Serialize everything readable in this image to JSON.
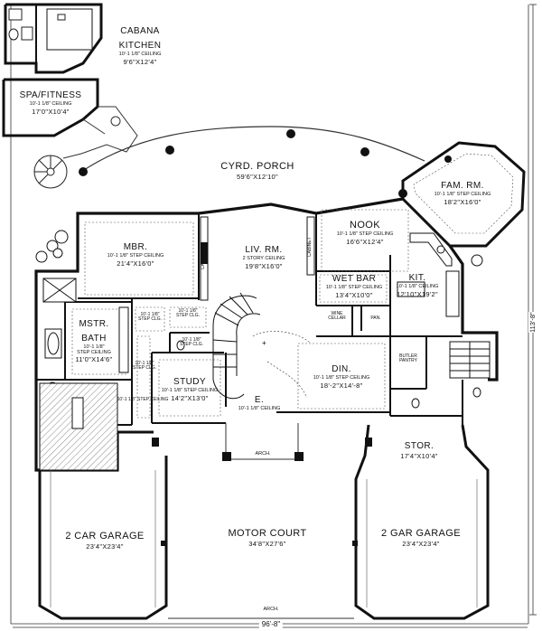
{
  "rooms": {
    "cabana_kitchen": {
      "name_line1": "CABANA",
      "name_line2": "KITCHEN",
      "ceiling": "10'-1 1/8\" CEILING",
      "dims": "9'6\"X12'4\""
    },
    "spa_fitness": {
      "name": "SPA/FITNESS",
      "ceiling": "10'-1 1/8\" CEILING",
      "dims": "17'0\"X10'4\""
    },
    "cyrd_porch": {
      "name": "CYRD. PORCH",
      "dims": "59'6\"X12'10\""
    },
    "fam_rm": {
      "name": "FAM. RM.",
      "ceiling": "10'-1 1/8\" STEP CEILING",
      "dims": "18'2\"X16'0\""
    },
    "mbr": {
      "name": "MBR.",
      "ceiling": "10'-1 1/8\" STEP CEILING",
      "dims": "21'4\"X16'0\""
    },
    "liv_rm": {
      "name": "LIV. RM.",
      "ceiling": "2 STORY CEILING",
      "dims": "19'8\"X16'0\""
    },
    "nook": {
      "name": "NOOK",
      "ceiling": "10'-1 1/8\" STEP CEILING",
      "dims": "16'6\"X12'4\""
    },
    "wet_bar": {
      "name": "WET BAR",
      "ceiling": "10'-1 1/8\" STEP CEILING",
      "dims": "13'4\"X10'0\""
    },
    "kit": {
      "name": "KIT.",
      "ceiling": "10'-1 1/8\" CEILING",
      "dims": "12'10\"X19'2\""
    },
    "mstr_bath": {
      "name_line1": "MSTR.",
      "name_line2": "BATH",
      "ceiling_line1": "10'-1 1/8\"",
      "ceiling_line2": "STEP CEILING",
      "dims": "11'0\"X14'6\""
    },
    "study": {
      "name": "STUDY",
      "ceiling": "10'-1 1/8\" STEP CEILING",
      "dims": "14'2\"X13'0\""
    },
    "din": {
      "name": "DIN.",
      "ceiling": "10'-1 1/8\" STEP CEILING",
      "dims": "18'-2\"X14'-8\""
    },
    "entry": {
      "name": "E.",
      "ceiling": "10'-1 1/8\" CEILING"
    },
    "stor": {
      "name": "STOR.",
      "dims": "17'4\"X10'4\""
    },
    "garage_left": {
      "name": "2 CAR GARAGE",
      "dims": "23'4\"X23'4\""
    },
    "motor_court": {
      "name": "MOTOR COURT",
      "dims": "34'8\"X27'6\""
    },
    "garage_right": {
      "name": "2 GAR GARAGE",
      "dims": "23'4\"X23'4\""
    },
    "wine_cellar": {
      "line1": "WINE",
      "line2": "CELLAR"
    },
    "pan": {
      "name": "PAN."
    },
    "butler_pantry": {
      "line1": "BUTLER",
      "line2": "PANTRY"
    },
    "wic_left": {
      "line1": "10'-1 1/8\"",
      "line2": "STEP CLG."
    },
    "wic_right": {
      "line1": "10'-1 1/8\"",
      "line2": "STEP CLG."
    },
    "wic_corner": {
      "line1": "10'-1 1/8\"",
      "line2": "STEP CLG."
    },
    "study_closet": {
      "line1": "10'-1 1/8\"",
      "line2": "STEP CLG."
    },
    "hall_ceiling": {
      "text": "10'-1 1/8\" STEP CEILING"
    }
  },
  "labels": {
    "arch_top": "ARCH.",
    "arch_bottom": "ARCH.",
    "cabinet_left": "CABINET",
    "cabinet_right": "CABINET"
  },
  "dimensions": {
    "overall_width": "96'-8\"",
    "overall_depth": "113'-8\""
  }
}
